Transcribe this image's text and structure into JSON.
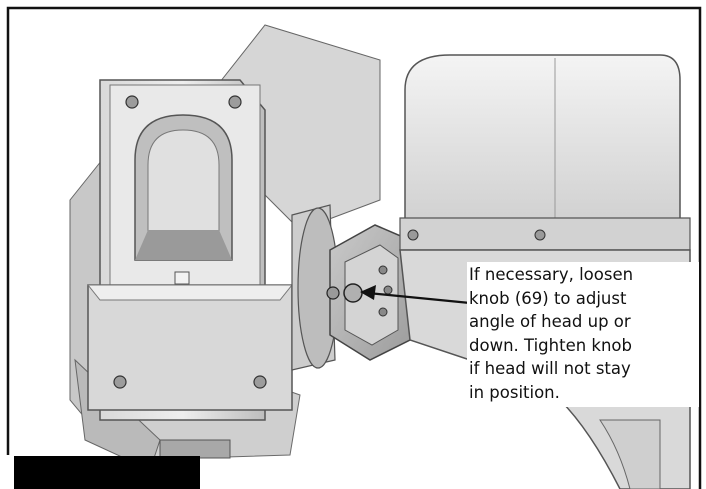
{
  "callout": {
    "lines": [
      "If necessary, loosen",
      "knob (69) to adjust",
      "angle of head up or",
      "down. Tighten knob",
      "if head will not stay",
      "in position."
    ]
  },
  "illustration": {
    "subject": "machine-head-assembly",
    "parts": [
      "rear-housing",
      "hinge-plate",
      "adjustment-knob",
      "head-casing"
    ],
    "callout_target": "adjustment-knob"
  },
  "colors": {
    "border": "#111111",
    "metal_light": "#e6e6e6",
    "metal_mid": "#c2c2c2",
    "metal_dark": "#8e8e8e",
    "text": "#111111"
  }
}
